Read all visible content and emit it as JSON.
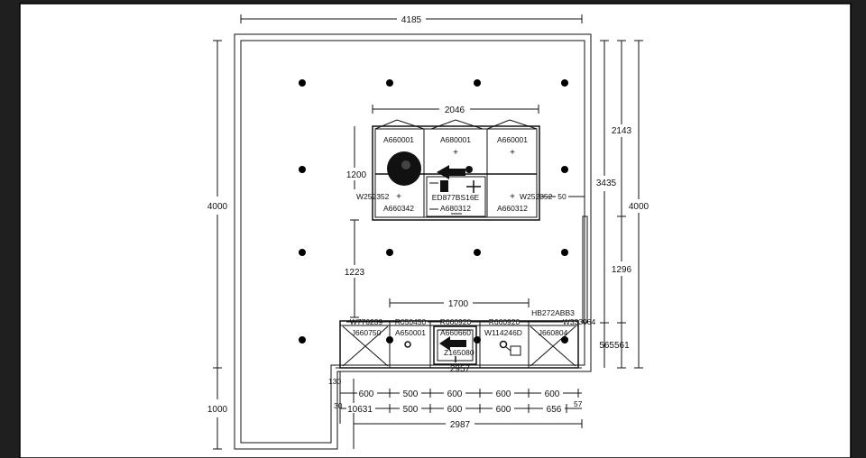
{
  "dimensions": {
    "top_width": "4185",
    "left_height": "4000",
    "left_lower": "1000",
    "right_height": "4000",
    "right_upper": "2143",
    "right_mid": "3435",
    "right_lower": "1296",
    "right_bottom": "565561",
    "island_width": "2046",
    "island_to_top": "1200",
    "island_to_run": "1223",
    "island_right_gap": "50",
    "run_top_width": "1700",
    "run_width": "2957",
    "offset_130": "130",
    "offset_30": "30",
    "bottom_total": "2987",
    "bottom_end_57": "57",
    "row1": [
      "600",
      "500",
      "600",
      "600",
      "600"
    ],
    "row2": [
      "10631",
      "500",
      "600",
      "600",
      "656"
    ]
  },
  "island": {
    "top": [
      "A660001",
      "A680001",
      "A660001"
    ],
    "bottom": [
      "A660342",
      "A680312",
      "A660312"
    ],
    "hob": "ED877BS16E",
    "left_side": "W252352",
    "right_side": "W252352"
  },
  "run": {
    "hood": "HB272ABB3",
    "top_codes": [
      "W776239",
      "R050450",
      "R660920",
      "R660920",
      "W333064"
    ],
    "units": [
      "J660750",
      "A650001",
      "A660660",
      "W114246D",
      "J660804"
    ],
    "sink": "Z165080"
  }
}
